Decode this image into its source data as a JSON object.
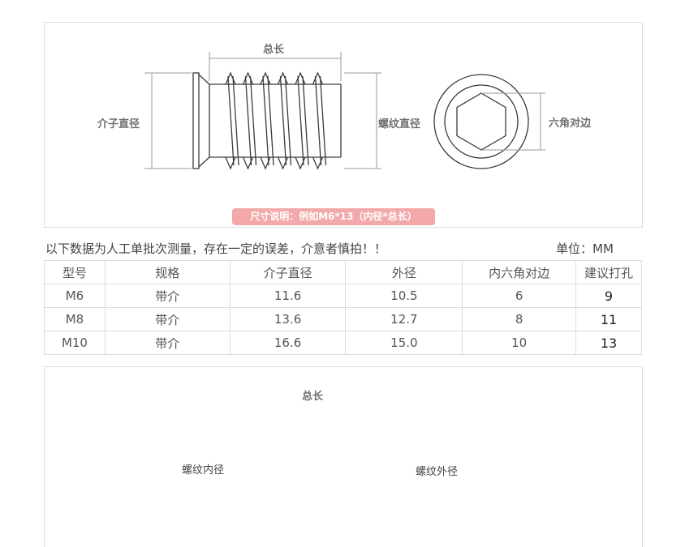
{
  "top_diagram": {
    "total_length_label": "总长",
    "flange_diameter_label": "介子直径",
    "thread_diameter_label": "螺纹直径",
    "hex_across_flats_label": "六角对边",
    "size_note": "尺寸说明：例如M6*13（内径*总长）"
  },
  "disclaimer": "以下数据为人工单批次测量，存在一定的误差，介意者慎拍！！",
  "unit": "单位：MM",
  "table": {
    "headers": [
      "型号",
      "规格",
      "介子直径",
      "外径",
      "内六角对边",
      "建议打孔"
    ],
    "rows": [
      [
        "M6",
        "带介",
        "11.6",
        "10.5",
        "6",
        "9"
      ],
      [
        "M8",
        "带介",
        "13.6",
        "12.7",
        "8",
        "11"
      ],
      [
        "M10",
        "带介",
        "16.6",
        "15.0",
        "10",
        "13"
      ]
    ]
  },
  "bottom_diagram": {
    "total_length_label": "总长",
    "thread_inner_diameter_label": "螺纹内径",
    "thread_outer_diameter_label": "螺纹外径"
  },
  "colors": {
    "line": "#3a3a3a",
    "dim_line": "#9a9a9a",
    "badge": "#f3a9a9"
  }
}
